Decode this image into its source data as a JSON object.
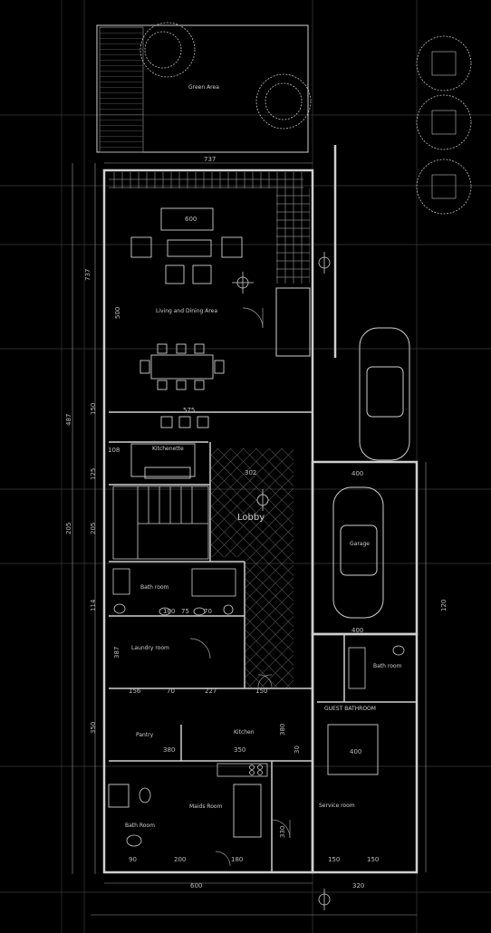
{
  "colors": {
    "background": "#000000",
    "wall": "#cfcfcf",
    "line": "#9a9a9a",
    "grid": "#3a3a3a",
    "hatch": "#8a8a8a",
    "tree": "#bfbfbf"
  },
  "icons": [
    "tree-icon",
    "car-icon",
    "north-arrow-icon",
    "door-swing-icon",
    "sofa-icon",
    "table-icon",
    "bed-icon",
    "toilet-icon",
    "sink-icon",
    "stove-icon"
  ],
  "rooms": {
    "green_area": "Green Area",
    "living_dining": "Living and Dining Area",
    "kitchenette": "Kitchenette",
    "lobby": "Lobby",
    "garage": "Garage",
    "bath_room_1": "Bath room",
    "laundry": "Laundry room",
    "bath_room_2": "Bath room",
    "guest_bathroom": "GUEST BATHROOM",
    "pantry": "Pantry",
    "kitchen": "Kitchen",
    "maids_room": "Maids Room",
    "bath_room_3": "Bath Room",
    "service_room": "Service room"
  },
  "dims": {
    "top_width": "737",
    "sofa": "600",
    "living_depth": "737",
    "living_depth2": "500",
    "left_total": "487",
    "kitchen_width": "575",
    "kitchenette_dim": "108",
    "lobby_width": "302",
    "garage_width": "400",
    "garage_bottom": "400",
    "bath_widths": [
      "100",
      "75",
      "70"
    ],
    "lower_widths": [
      "156",
      "70",
      "227",
      "150"
    ],
    "laundry": "387",
    "kitchen_low": "380",
    "kitchen_low2": "380",
    "pantry_w": "350",
    "service_w": "400",
    "maids_w": "330",
    "bottom_segs": [
      "90",
      "200",
      "180",
      "150",
      "150"
    ],
    "bottom_total": "600",
    "bottom_right": "320",
    "right_side": [
      "120",
      "30"
    ],
    "left_side": [
      "150",
      "125",
      "205",
      "205",
      "114",
      "350"
    ]
  }
}
